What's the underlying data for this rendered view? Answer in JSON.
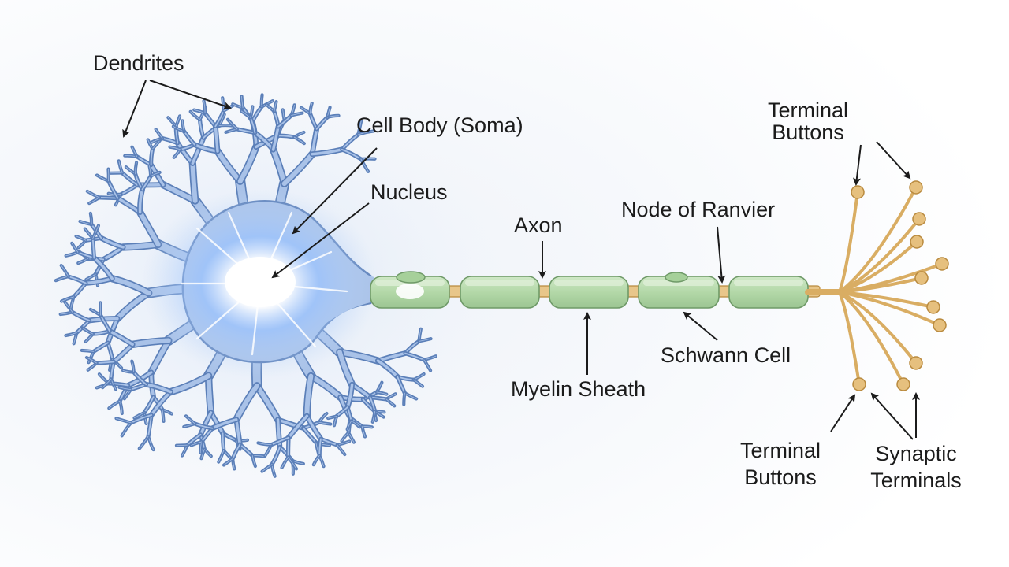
{
  "labels": {
    "dendrites": "Dendrites",
    "cell_body": "Cell Body (Soma)",
    "nucleus": "Nucleus",
    "axon": "Axon",
    "node_of_ranvier": "Node of Ranvier",
    "myelin_sheath": "Myelin Sheath",
    "schwann_cell": "Schwann Cell",
    "terminal_buttons_top_line1": "Terminal",
    "terminal_buttons_top_line2": "Buttons",
    "terminal_buttons_bottom_line1": "Terminal",
    "terminal_buttons_bottom_line2": "Buttons",
    "synaptic_terminals_line1": "Synaptic",
    "synaptic_terminals_line2": "Terminals"
  },
  "colors": {
    "dendrite_fill": "#a9c2e8",
    "dendrite_stroke": "#5b7fb8",
    "glow": "#ffffff",
    "glow_blue": "#7fb2ff",
    "myelin_fill": "#b8dcae",
    "myelin_stroke": "#6f9a68",
    "axon_core": "#e8c68a",
    "terminal_fill": "#e6c07e",
    "terminal_stroke": "#b98a3e",
    "arrow": "#1b1b1b"
  }
}
